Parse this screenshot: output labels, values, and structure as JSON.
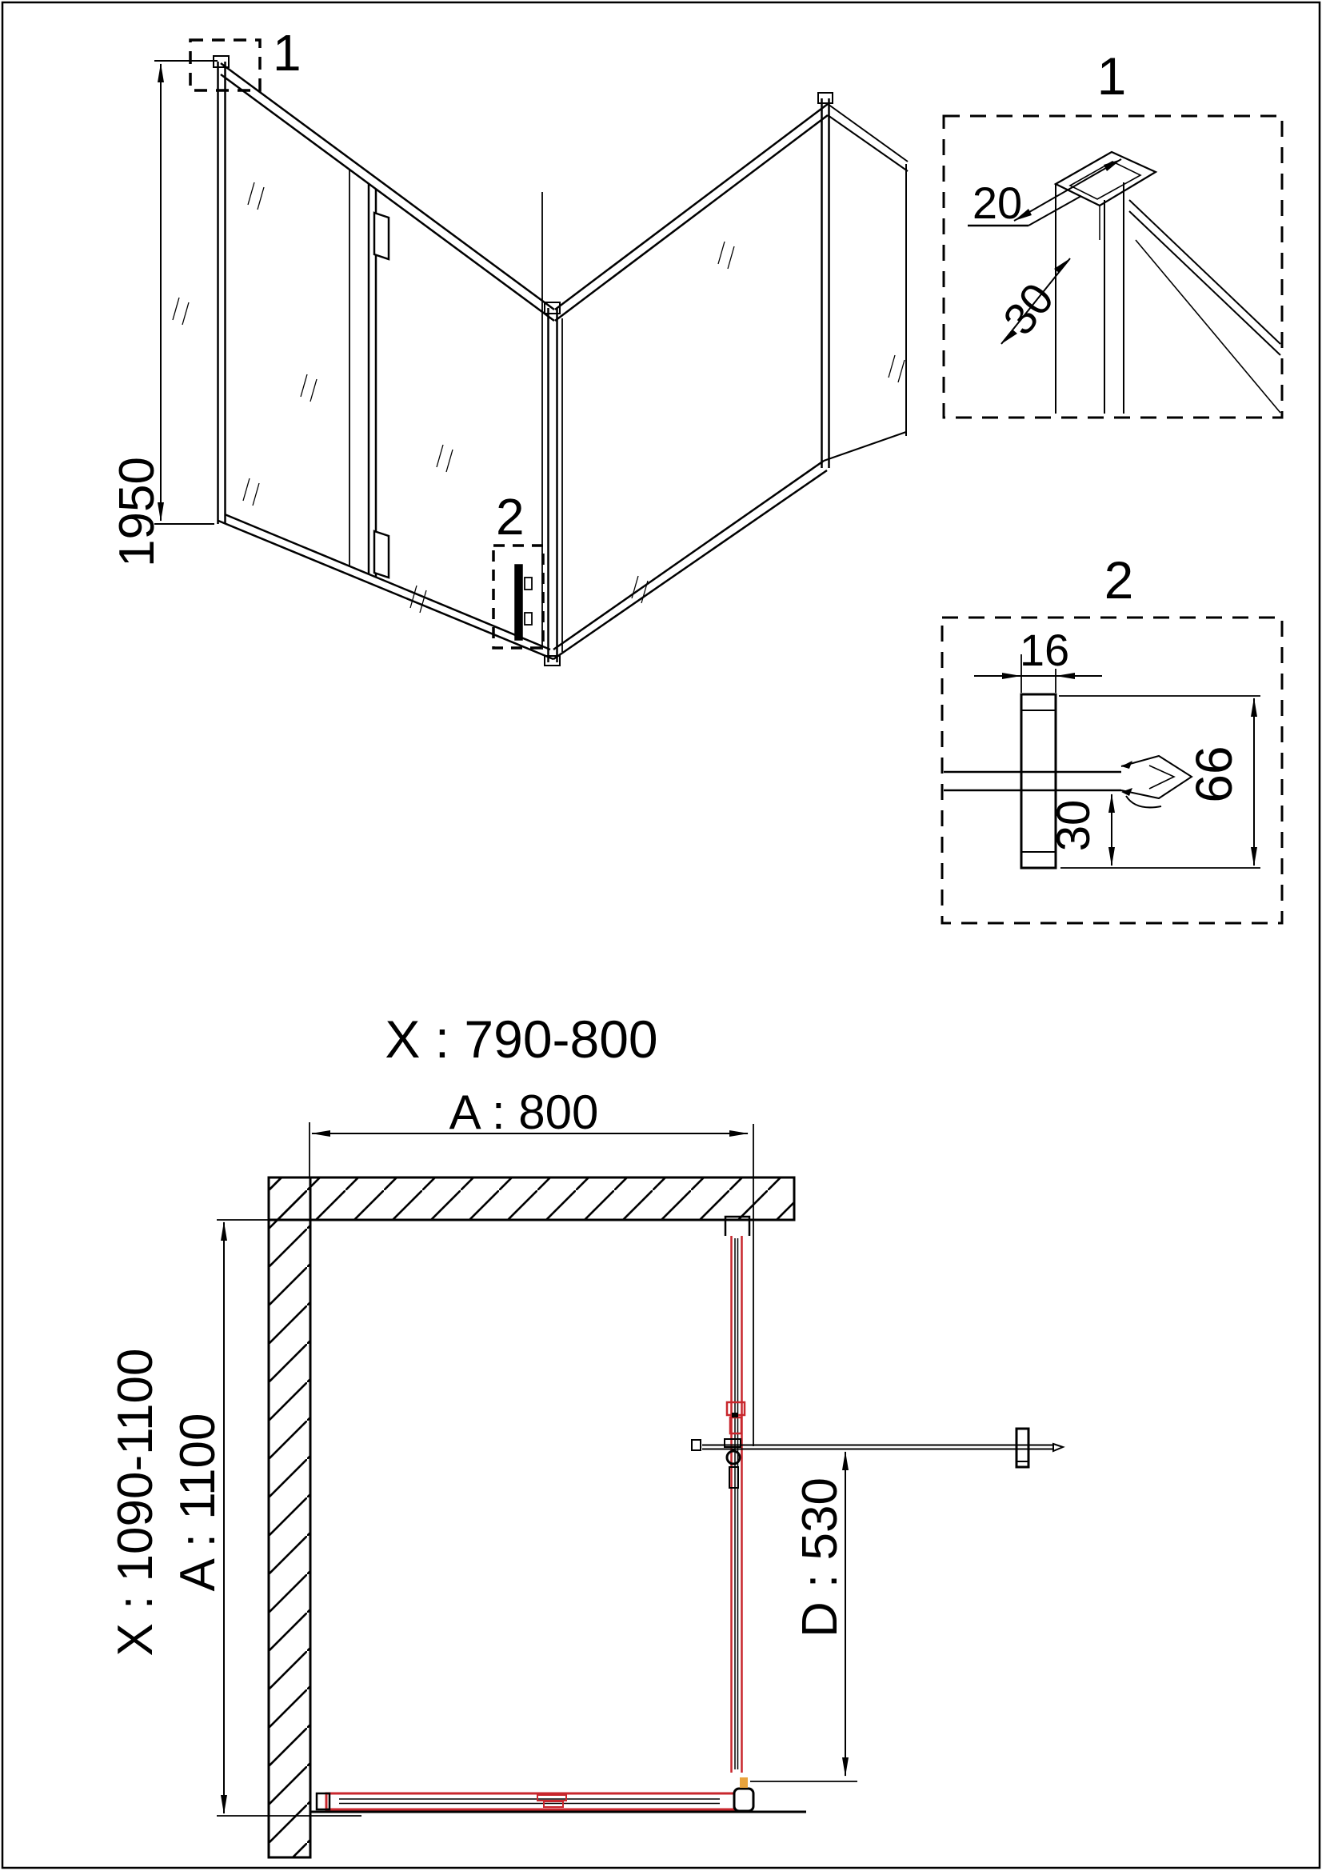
{
  "drawing": {
    "front_view": {
      "callout1_label": "1",
      "callout2_label": "2",
      "height_dim": "1950"
    },
    "detail1": {
      "label": "1",
      "profile_depth_dim": "20",
      "profile_width_dim": "30"
    },
    "detail2": {
      "label": "2",
      "handle_width_dim": "16",
      "handle_height_dim": "66",
      "glass_offset_dim": "30"
    },
    "plan_view": {
      "door_adjust_range": "X : 790-800",
      "door_width": "A : 800",
      "side_adjust_range": "X : 1090-1100",
      "side_width": "A : 1100",
      "door_opening": "D : 530"
    },
    "colors": {
      "line": "#000000",
      "highlight_red": "#c8272d",
      "accent_yellow": "#e8a33d",
      "background": "#ffffff"
    }
  }
}
